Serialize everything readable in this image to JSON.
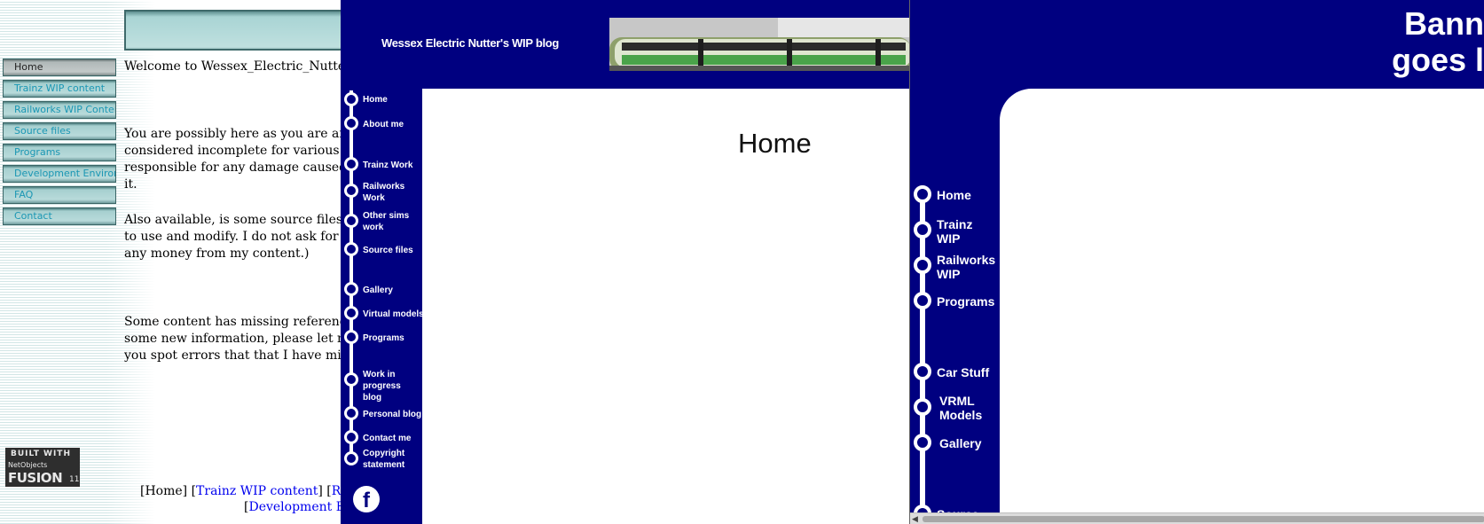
{
  "panel1": {
    "nav": [
      "Home",
      "Trainz WIP content",
      "Railworks WIP Content",
      "Source files",
      "Programs",
      "Development Environment",
      "FAQ",
      "Contact"
    ],
    "welcome": "Welcome to Wessex_Electric_Nutter's",
    "para1": [
      "You are possibly here as you are after",
      "considered incomplete for various reas",
      "responsible for any damage caused to",
      "it."
    ],
    "para2": [
      "Also available, is some source files tha",
      "to use and modify. I do not ask for mo",
      "any money from my content.)"
    ],
    "para3": [
      "Some content has missing references,",
      "some new information, please let me k",
      "you spot errors that that I have missed"
    ],
    "badge": {
      "line1": "BUILT WITH",
      "line2": "NetObjects",
      "line3": "FUSION",
      "line4": "11"
    },
    "footer": {
      "home": "Home",
      "trainz": "Trainz WIP content",
      "rail": "Rail",
      "devenv": "Development En"
    }
  },
  "panel2": {
    "title": "Wessex Electric Nutter's WIP blog",
    "heading": "Home",
    "nav": [
      "Home",
      "About me",
      "Trainz Work",
      "Railworks Work",
      "Other sims work",
      "Source files",
      "Gallery",
      "Virtual models",
      "Programs",
      "Work in progress blog",
      "Personal blog",
      "Contact me",
      "Copyright statement"
    ],
    "facebook_icon": "facebook-icon"
  },
  "panel3": {
    "banner": [
      "Bann",
      "goes l"
    ],
    "nav": [
      "Home",
      "Trainz WIP",
      "Railworks WIP",
      "Programs",
      "Car Stuff",
      "VRML Models",
      "Gallery",
      "Source"
    ]
  }
}
